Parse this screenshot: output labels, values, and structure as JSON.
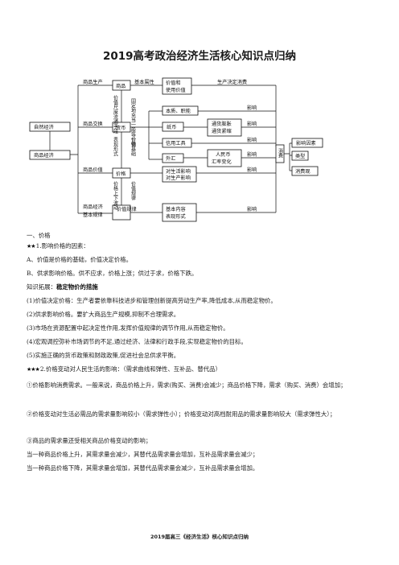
{
  "doc": {
    "title": "2019高考政治经济生活核心知识点归纳",
    "footer": "2019届高三《经济生活》核心知识点归纳"
  },
  "diagram": {
    "left_nodes": [
      "自然经济",
      "商品经济"
    ],
    "top_left_labels": [
      "商品生产",
      "商品交换",
      "商品价值",
      "商品经济",
      "基本规律"
    ],
    "center_nodes": [
      "商品",
      "货币",
      "价格",
      "价值规律"
    ],
    "vertical_labels": [
      "固定地充当一般等价物",
      "价值尺度流通手段",
      "表现形式",
      "价值基础",
      "价格上下波动",
      "价值规律"
    ],
    "basic_attr": "基本属性",
    "value_box": [
      "价值和",
      "使用价值"
    ],
    "prod_decides": "生产决定消费",
    "mid_boxes": [
      "本质、职能",
      "纸币",
      "信用工具",
      "外汇"
    ],
    "right_boxes": [
      "通货膨胀",
      "通货紧缩",
      "人民币",
      "汇率变化"
    ],
    "price_effect": [
      "对生活影响",
      "对生产影响"
    ],
    "basic_content": [
      "基本内容",
      "表现形式"
    ],
    "influence": "影响",
    "consumption": "消费",
    "far_right": [
      "影响因素",
      "类型",
      "消费观"
    ]
  },
  "content": {
    "section1": "一、价格",
    "p1_stars": "★★",
    "p1": "1.影响价格的因素：",
    "pA": "A、价值是价格的基础，价值决定价格。",
    "pB": "B、供求影响价格。供不应求，价格上涨；供过于求，价格下跌。",
    "ext_label": "知识拓展：",
    "ext_title": "稳定物价的措施",
    "m1": "(1)价值决定价格：生产者要依靠科技进步和管理创新提高劳动生产率,降低成本,从而稳定物价。",
    "m2": "(2)供求影响价格。要扩大商品生产规模,抑制不合理需求。",
    "m3": "(3)市场在资源配置中起决定性作用,发挥价值规律的调节作用,从而稳定物价。",
    "m4": "(4)宏观调控弥补市场调节的不足,通过经济、法律和行政手段,实现稳定物价的目标。",
    "m5": "(5)实施正确的货币政策和财政政策,促进社会总供求平衡。",
    "p2_stars": "★★★",
    "p2": "2.价格变动对人民生活的影响：（需求曲线和弹性、互补品、替代品）",
    "c1": "①价格影响消费需求。一般来说，商品价格上升，需求(购买、消费)会减少；商品价格下降，需求（购买、消费）会增加；",
    "c2": "②价格变动对生活必需品的需求量影响较小（需求弹性小）；价格变动对高档耐用品的需求量影响较大（需求弹性大）；",
    "c3": "③商品的需求量还受相关商品价格变动的影响；",
    "c4": "当一种商品价格上升，其需求量会减少，其替代品需求量会增加，互补品需求量会减少；",
    "c5": "当一种商品价格下降，其需求量会增加，其替代品需求量会减少，互补品需求量会增加。"
  }
}
